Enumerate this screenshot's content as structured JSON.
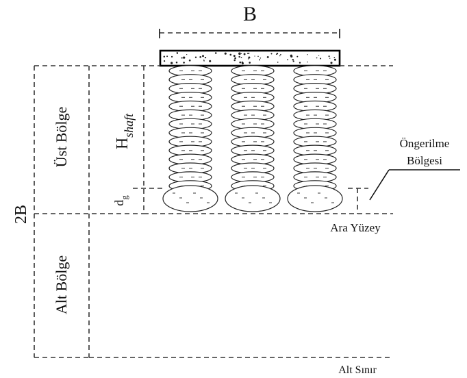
{
  "labels": {
    "width": "B",
    "depth": "2B",
    "upper_zone": "Üst Bölge",
    "lower_zone": "Alt Bölge",
    "shaft_height_main": "H",
    "shaft_height_sub": "shaft",
    "bulb_height_main": "d",
    "bulb_height_sub": "g",
    "prestress_line1": "Öngerilme",
    "prestress_line2": "Bölgesi",
    "interface": "Ara Yüzey",
    "bottom_boundary": "Alt Sınır"
  },
  "colors": {
    "line": "#111111",
    "dash": "#333333",
    "fill": "#ffffff"
  },
  "columns": {
    "count": 3,
    "shaft_coils": 14
  }
}
